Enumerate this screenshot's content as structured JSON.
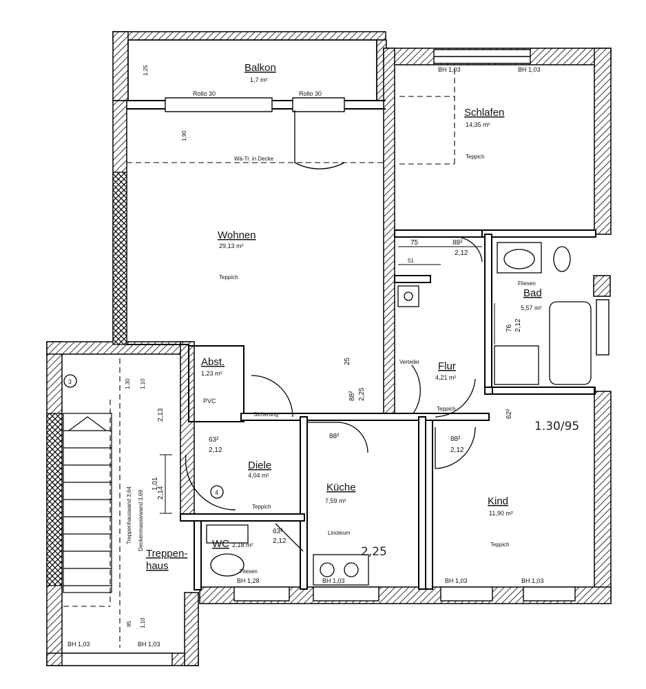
{
  "rooms": {
    "balkon": {
      "name": "Balkon",
      "area": "1,7 m²"
    },
    "schlafen": {
      "name": "Schlafen",
      "area": "14,35 m²",
      "floor": "Teppich"
    },
    "wohnen": {
      "name": "Wohnen",
      "area": "29,13 m²",
      "floor": "Teppich"
    },
    "bad": {
      "name": "Bad",
      "area": "5,57 m²",
      "floor": "Fliesen"
    },
    "flur": {
      "name": "Flur",
      "area": "4,21 m²",
      "floor": "Teppich"
    },
    "abst": {
      "name": "Abst.",
      "area": "1,23 m²",
      "floor": "PVC"
    },
    "diele": {
      "name": "Diele",
      "area": "4,04 m²",
      "floor": "Teppich"
    },
    "kueche": {
      "name": "Küche",
      "area": "7,59 m²",
      "floor": "Linoleum"
    },
    "wc": {
      "name": "WC",
      "area": "2,18 m²",
      "floor": "Fliesen"
    },
    "kind": {
      "name": "Kind",
      "area": "11,90 m²",
      "floor": "Teppich"
    },
    "treppenhaus": {
      "line1": "Treppen-",
      "line2": "haus"
    }
  },
  "labels": {
    "rollo1": "Rollo 30",
    "rollo2": "Rollo 30",
    "bh_schlafen1": "BH 1,03",
    "bh_schlafen2": "BH 1,03",
    "bh_kind1": "BH 1,03",
    "bh_kind2": "BH 1,03",
    "bh_wc": "BH 1,28",
    "bh_kueche": "BH 1,03",
    "bh_stair1": "BH 1,03",
    "bh_stair2": "BH 1,03",
    "sicherung": "Sicherung",
    "verteiler": "Verteiler",
    "trennwand": "Treppenhauswand 3,64",
    "decke": "Deckenmassivwand 3,69",
    "circle3": "3",
    "circle4": "4",
    "wohnen_partition": "Wä-Tr. in Decke"
  },
  "dimensions": {
    "d_75": "75",
    "d_88_2_12_top": "88²",
    "d_212_top": "2,12",
    "d_51": "51",
    "d_76": "76",
    "d_212_bad": "2,12",
    "d_88_225": "88²",
    "d_225": "2,25",
    "d_25": "25",
    "d_88_kueche": "88²",
    "d_88_kind": "88²",
    "d_212_kind": "2,12",
    "d_62": "62²",
    "d_63_diele": "63²",
    "d_212_diele": "2,12",
    "d_63_wc": "63²",
    "d_212_wc": "2,12",
    "d_213": "2,13",
    "d_214": "2,14",
    "d_101": "1,01",
    "d_130": "1,30",
    "d_110": "1,10",
    "d_190": "1,90",
    "d_125": "1,25",
    "d_95": "95",
    "d_110b": "1,10"
  },
  "handwritten": {
    "kind_note": "1.30/95",
    "kueche_note": "2,25"
  }
}
